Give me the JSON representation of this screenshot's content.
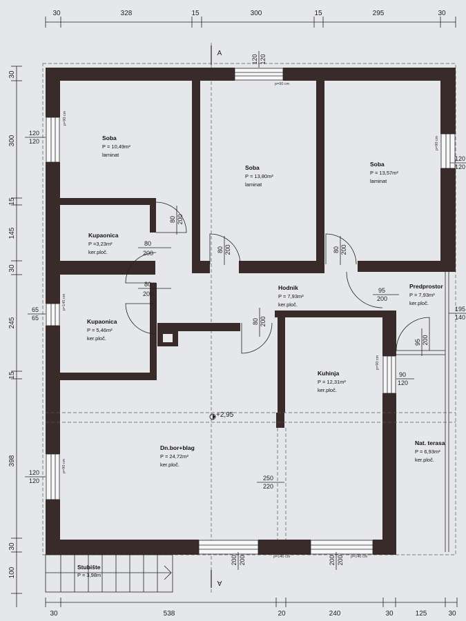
{
  "dimensions": {
    "top": [
      "30",
      "328",
      "15",
      "300",
      "15",
      "295",
      "30"
    ],
    "bottom": [
      "30",
      "538",
      "20",
      "240",
      "30",
      "125",
      "30"
    ],
    "left": [
      "30",
      "300",
      "15",
      "145",
      "30",
      "245",
      "15",
      "398",
      "30",
      "100"
    ]
  },
  "section_marker": "A",
  "rooms": [
    {
      "name": "Soba",
      "area": "P = 10,49m²",
      "finish": "laminat"
    },
    {
      "name": "Soba",
      "area": "P = 13,80m²",
      "finish": "laminat"
    },
    {
      "name": "Soba",
      "area": "P = 13,57m²",
      "finish": "laminat"
    },
    {
      "name": "Kupaonica",
      "area": "P =3,23m²",
      "finish": "ker.ploč."
    },
    {
      "name": "Kupaonica",
      "area": "P = 5,46m²",
      "finish": "ker.ploč."
    },
    {
      "name": "Hodnik",
      "area": "P = 7,93m²",
      "finish": "ker.ploč."
    },
    {
      "name": "Predprostor",
      "area": "P = 7,93m²",
      "finish": "ker.ploč."
    },
    {
      "name": "Kuhinja",
      "area": "P = 12,31m²",
      "finish": "ker.ploč."
    },
    {
      "name": "Dn.bor+blag",
      "area": "P = 24,72m²",
      "finish": "ker.ploč."
    },
    {
      "name": "Nat. terasa",
      "area": "P = 6,93m²",
      "finish": "ker.ploč."
    },
    {
      "name": "Stubište",
      "area": "P = 3,98m"
    }
  ],
  "openings": {
    "win_top_top": "120",
    "win_top_bot": "120",
    "win_left1_a": "120",
    "win_left1_b": "120",
    "win_left2_a": "65",
    "win_left2_b": "65",
    "win_left3_a": "120",
    "win_left3_b": "120",
    "win_right1_a": "120",
    "win_right1_b": "120",
    "win_right2_a": "195",
    "win_right2_b": "140",
    "door_bath1_a": "80",
    "door_bath1_b": "200",
    "door_bath2_a": "80",
    "door_bath2_b": "200",
    "door_room1_a": "80",
    "door_room1_b": "200",
    "door_room2_a": "80",
    "door_room2_b": "200",
    "door_room3_a": "80",
    "door_room3_b": "200",
    "door_hall_a": "80",
    "door_hall_b": "200",
    "door_entry_a": "95",
    "door_entry_b": "200",
    "door_terr_a": "95",
    "door_terr_b": "200",
    "win_kitchen_a": "90",
    "win_kitchen_b": "120",
    "opening_kitchen_a": "250",
    "opening_kitchen_b": "220",
    "win_bottom1_a": "200",
    "win_bottom1_b": "200",
    "win_bottom2_a": "200",
    "win_bottom2_b": "200",
    "sill_90": "p=90 cm",
    "sill_145": "p=145 cm",
    "sill_140": "p=140 cm"
  },
  "level_mark": "+2,95"
}
